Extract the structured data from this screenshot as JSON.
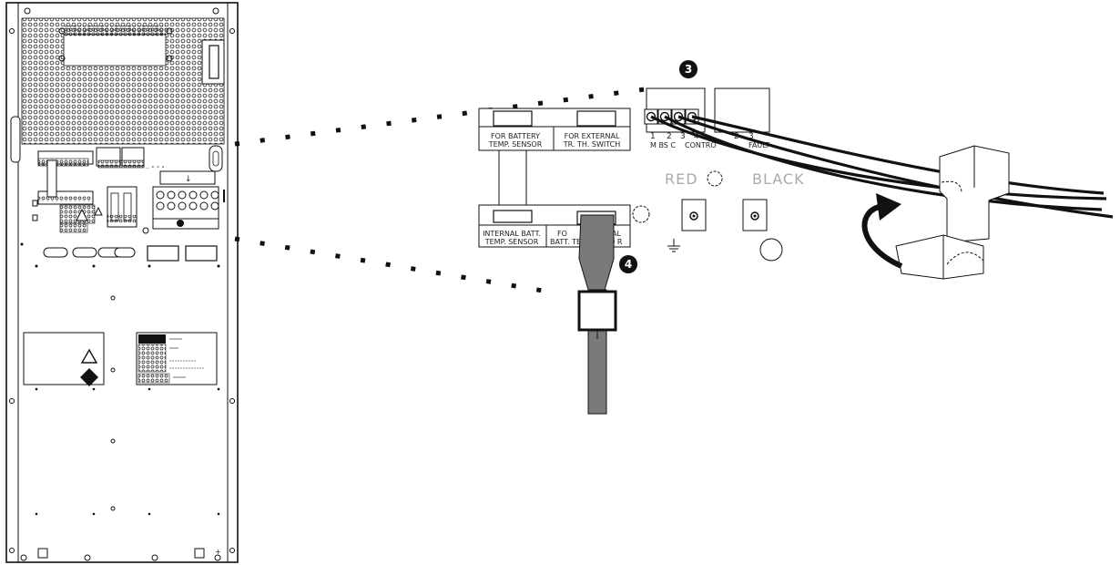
{
  "callouts": {
    "step3": "3",
    "step4": "4"
  },
  "terminal_labels": {
    "for_battery": "FOR BATTERY",
    "temp_sensor": "TEMP. SENSOR",
    "for_external": "FOR EXTERNAL",
    "tr_th_switch": "TR. TH. SWITCH",
    "internal_batt": "INTERNAL BATT.",
    "internal_temp_sensor": "TEMP. SENSOR",
    "for_external_batt_part1": "FO",
    "for_external_batt_part2": "AL",
    "batt_temp_part1": "BATT. TE",
    "batt_temp_part2": "SO R"
  },
  "control_block": {
    "pins": [
      "1",
      "2",
      "3",
      "4"
    ],
    "label_left": "M BS C",
    "label_mid": "CONTRO",
    "fault_pins": [
      "2",
      "3"
    ],
    "label_fault": "FAULT"
  },
  "polarity": {
    "red": "RED",
    "black": "BLACK"
  },
  "colors": {
    "line": "#111111",
    "cable": "#777777",
    "label_grey": "#aaaaaa"
  }
}
